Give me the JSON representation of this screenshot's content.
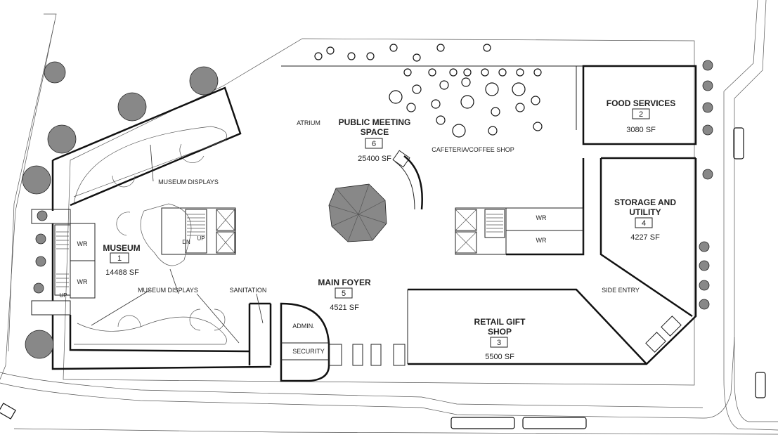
{
  "rooms": {
    "museum": {
      "name": "MUSEUM",
      "number": "1",
      "area": "14488 SF"
    },
    "food": {
      "name": "FOOD SERVICES",
      "number": "2",
      "area": "3080 SF"
    },
    "retail": {
      "name_line1": "RETAIL GIFT",
      "name_line2": "SHOP",
      "number": "3",
      "area": "5500 SF"
    },
    "storage": {
      "name_line1": "STORAGE AND",
      "name_line2": "UTILITY",
      "number": "4",
      "area": "4227 SF"
    },
    "foyer": {
      "name": "MAIN FOYER",
      "number": "5",
      "area": "4521 SF"
    },
    "meeting": {
      "name_line1": "PUBLIC MEETING",
      "name_line2": "SPACE",
      "number": "6",
      "area": "25400 SF"
    }
  },
  "labels": {
    "atrium": "ATRIUM",
    "cafeteria": "CAFETERIA/COFFEE SHOP",
    "museum_displays_top": "MUSEUM DISPLAYS",
    "museum_displays_bottom": "MUSEUM DISPLAYS",
    "sanitation": "SANITATION",
    "side_entry": "SIDE ENTRY",
    "admin": "ADMIN.",
    "security": "SECURITY",
    "wr_left_top": "WR",
    "wr_left_bottom": "WR",
    "wr_right_top": "WR",
    "wr_right_bottom": "WR",
    "dn": "DN",
    "up_center": "UP",
    "up_left": "UP"
  }
}
